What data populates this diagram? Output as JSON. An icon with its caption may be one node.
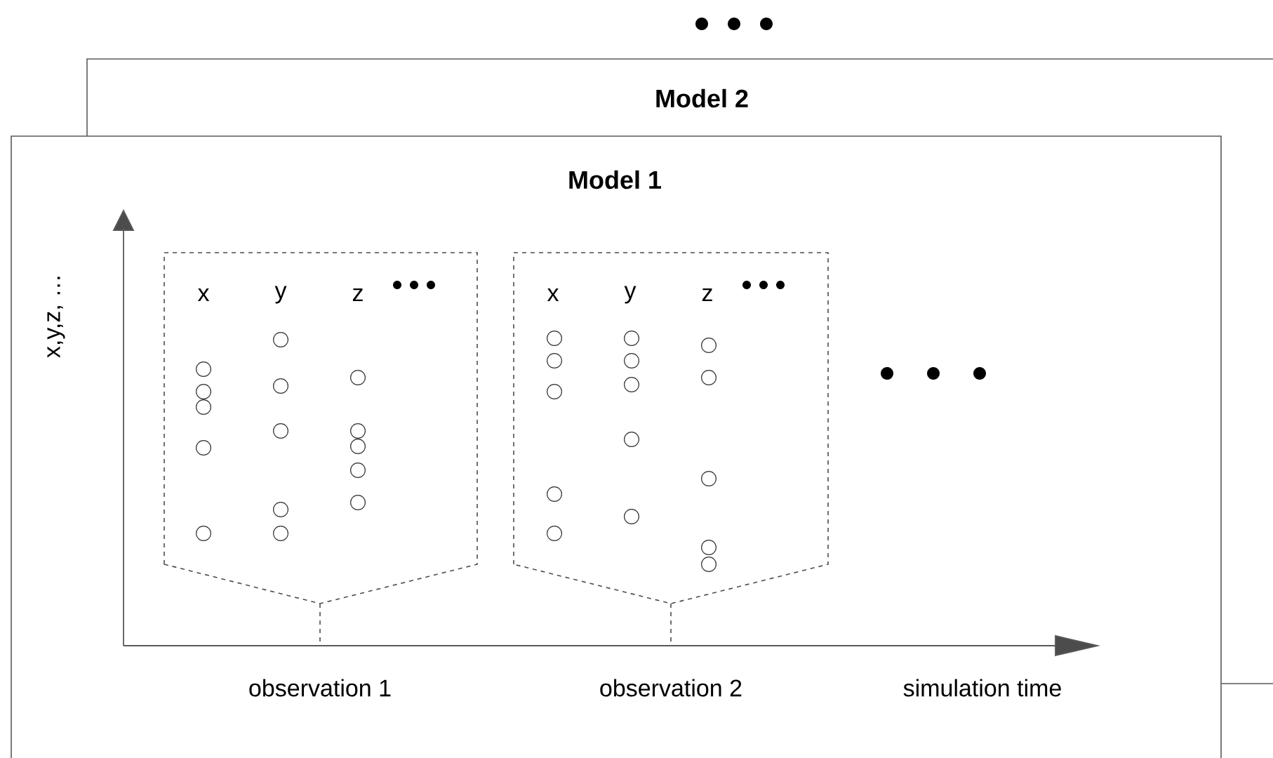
{
  "diagram": {
    "nodes": [
      {
        "text": [
          "Model 2"
        ]
      },
      {
        "text": [
          "Model 1"
        ]
      },
      {
        "text": [
          "x",
          "y",
          "z"
        ],
        "in": 1
      },
      {
        "text": [
          "x",
          "y",
          "z"
        ],
        "in": 1
      }
    ],
    "labels": [
      "x,y,z, …",
      "observation 1",
      "observation 2",
      "simulation time"
    ]
  }
}
